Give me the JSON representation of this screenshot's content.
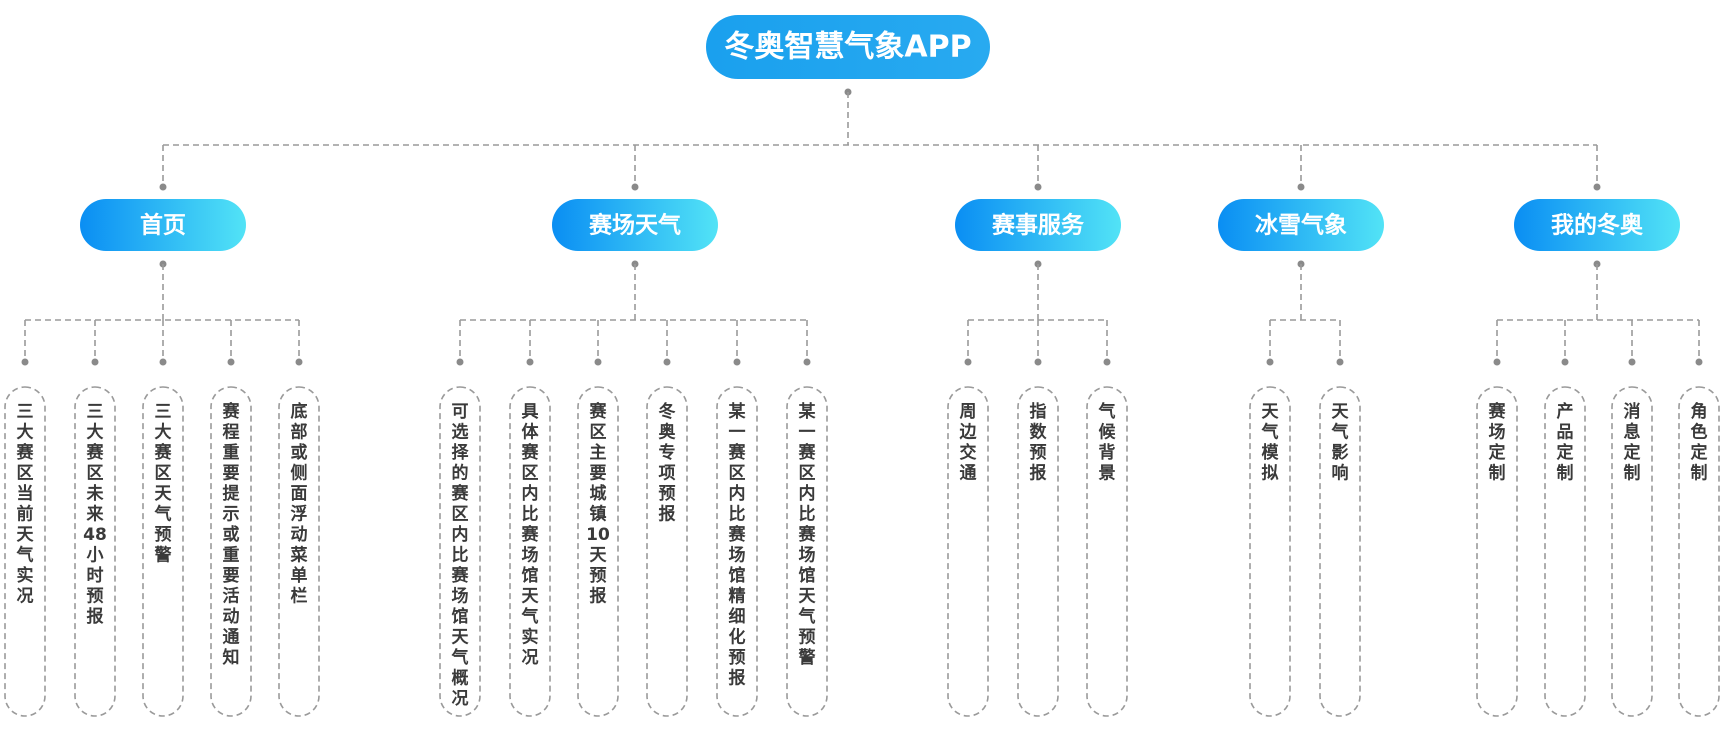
{
  "root": {
    "label": "冬奥智慧气象APP"
  },
  "colors": {
    "gradient_start": "#0a8ef3",
    "gradient_end": "#52e3f6",
    "root_start": "#1aa0ee",
    "root_end": "#28aaf0",
    "line": "#9a9a9a",
    "text": "#3a3a3a"
  },
  "categories": [
    {
      "label": "首页",
      "children": [
        "三大赛区当前天气实况",
        "三大赛区未来48小时预报",
        "三大赛区天气预警",
        "赛程重要提示或重要活动通知",
        "底部或侧面浮动菜单栏"
      ]
    },
    {
      "label": "赛场天气",
      "children": [
        "可选择的赛区内比赛场馆天气概况",
        "具体赛区内比赛场馆天气实况",
        "赛区主要城镇10天预报",
        "冬奥专项预报",
        "某一赛区内比赛场馆精细化预报",
        "某一赛区内比赛场馆天气预警"
      ]
    },
    {
      "label": "赛事服务",
      "children": [
        "周边交通",
        "指数预报",
        "气候背景"
      ]
    },
    {
      "label": "冰雪气象",
      "children": [
        "天气模拟",
        "天气影响"
      ]
    },
    {
      "label": "我的冬奥",
      "children": [
        "赛场定制",
        "产品定制",
        "消息定制",
        "角色定制"
      ]
    }
  ]
}
